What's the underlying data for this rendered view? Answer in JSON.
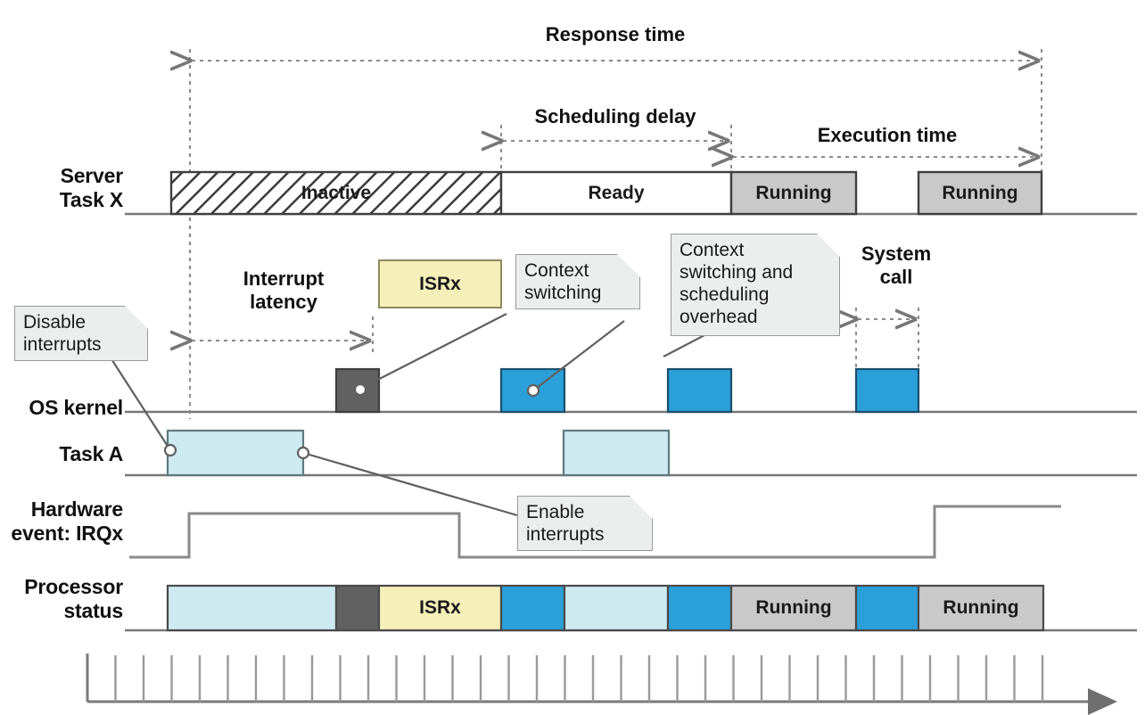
{
  "title": "RTOS task response time timing diagram",
  "rows": [
    {
      "id": "server-task-x",
      "label_line1": "Server",
      "label_line2": "Task X"
    },
    {
      "id": "rtos-kernel",
      "label_line1": "OS kernel",
      "label_line2": ""
    },
    {
      "id": "task-a",
      "label_line1": "Task A",
      "label_line2": ""
    },
    {
      "id": "hardware-irq",
      "label_line1": "Hardware",
      "label_line2": "event: IRQx"
    },
    {
      "id": "processor-status",
      "label_line1": "Processor",
      "label_line2": "status"
    }
  ],
  "measurements": [
    {
      "id": "response-time",
      "label": "Response time"
    },
    {
      "id": "scheduling-delay",
      "label": "Scheduling delay"
    },
    {
      "id": "execution-time",
      "label": "Execution time"
    },
    {
      "id": "interrupt-latency",
      "label_line1": "Interrupt",
      "label_line2": "latency"
    },
    {
      "id": "system-call",
      "label_line1": "System",
      "label_line2": "call"
    }
  ],
  "server_blocks": [
    {
      "id": "inactive",
      "label": "Inactive",
      "style": "hatched"
    },
    {
      "id": "ready",
      "label": "Ready",
      "style": "white"
    },
    {
      "id": "running-1",
      "label": "Running",
      "style": "gray"
    },
    {
      "id": "running-2",
      "label": "Running",
      "style": "gray"
    }
  ],
  "processor_blocks": [
    {
      "id": "proc-task-a-1",
      "label": "",
      "style": "lightblue"
    },
    {
      "id": "proc-kernel-dark",
      "label": "",
      "style": "darkgray"
    },
    {
      "id": "proc-isrx",
      "label": "ISRx",
      "style": "yellow"
    },
    {
      "id": "proc-kernel-1",
      "label": "",
      "style": "blue"
    },
    {
      "id": "proc-task-a-2",
      "label": "",
      "style": "lightblue"
    },
    {
      "id": "proc-kernel-2",
      "label": "",
      "style": "blue"
    },
    {
      "id": "proc-running-1",
      "label": "Running",
      "style": "gray"
    },
    {
      "id": "proc-kernel-3",
      "label": "",
      "style": "blue"
    },
    {
      "id": "proc-running-2",
      "label": "Running",
      "style": "gray"
    }
  ],
  "isr_box": {
    "label": "ISRx"
  },
  "notes": [
    {
      "id": "disable-interrupts",
      "line1": "Disable",
      "line2": "interrupts"
    },
    {
      "id": "context-switching",
      "line1": "Context",
      "line2": "switching"
    },
    {
      "id": "context-switching-overhead",
      "line1": "Context",
      "line2": "switching and",
      "line3": "scheduling",
      "line4": "overhead"
    },
    {
      "id": "enable-interrupts",
      "line1": "Enable",
      "line2": "interrupts"
    }
  ],
  "colors": {
    "blue": "#2a9fd8",
    "lightblue": "#cdeaf0",
    "yellow": "#f5f0b9",
    "gray": "#c9c9c9",
    "darkgray": "#616161",
    "note_bg": "#eceded",
    "stroke": "#555555",
    "dash": "#8a8a8a"
  },
  "timeline": {
    "tick_count": 26,
    "axis_arrow": true
  }
}
